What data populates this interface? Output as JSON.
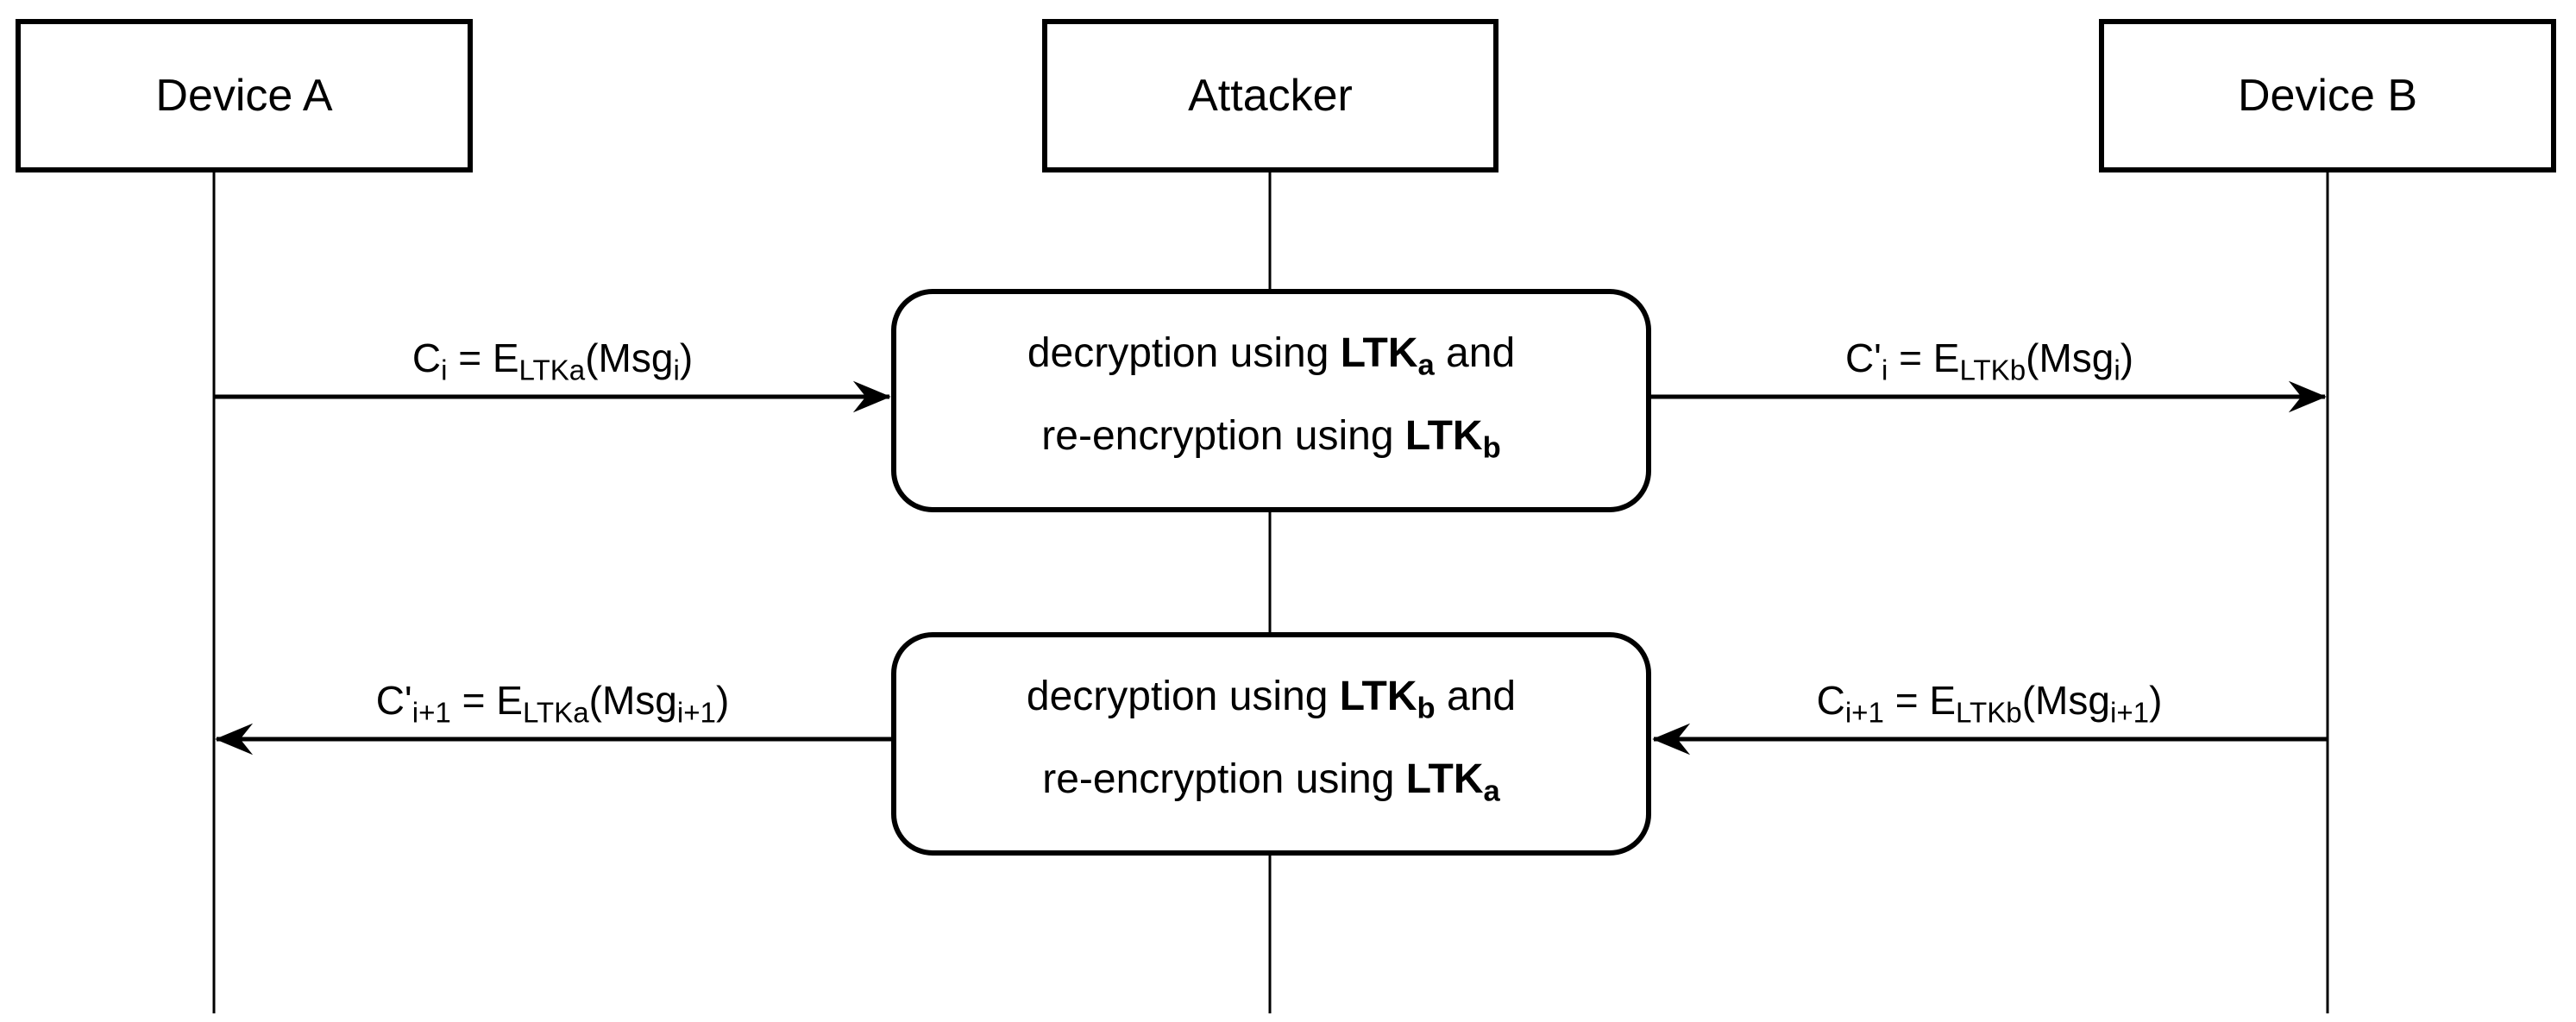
{
  "actors": [
    {
      "id": "device-a",
      "label": "Device A"
    },
    {
      "id": "attacker",
      "label": "Attacker"
    },
    {
      "id": "device-b",
      "label": "Device B"
    }
  ],
  "messages": [
    {
      "from": "Device A",
      "to": "Attacker",
      "direction": "right",
      "formula": [
        {
          "text": "C"
        },
        {
          "text": "i",
          "sub": true
        },
        {
          "text": " = E"
        },
        {
          "text": "LTKa",
          "sub": true
        },
        {
          "text": "(Msg"
        },
        {
          "text": "i",
          "sub": true
        },
        {
          "text": ")"
        }
      ]
    },
    {
      "from": "Attacker",
      "to": "Device B",
      "direction": "right",
      "formula": [
        {
          "text": "C'"
        },
        {
          "text": "i",
          "sub": true
        },
        {
          "text": " = E"
        },
        {
          "text": "LTKb",
          "sub": true
        },
        {
          "text": "(Msg"
        },
        {
          "text": "i",
          "sub": true
        },
        {
          "text": ")"
        }
      ]
    },
    {
      "from": "Attacker",
      "to": "Device A",
      "direction": "left",
      "formula": [
        {
          "text": "C'"
        },
        {
          "text": "i+1",
          "sub": true
        },
        {
          "text": " = E"
        },
        {
          "text": "LTKa",
          "sub": true
        },
        {
          "text": "(Msg"
        },
        {
          "text": "i+1",
          "sub": true
        },
        {
          "text": ")"
        }
      ]
    },
    {
      "from": "Device B",
      "to": "Attacker",
      "direction": "left",
      "formula": [
        {
          "text": "C"
        },
        {
          "text": "i+1",
          "sub": true
        },
        {
          "text": " = E"
        },
        {
          "text": "LTKb",
          "sub": true
        },
        {
          "text": "(Msg"
        },
        {
          "text": "i+1",
          "sub": true
        },
        {
          "text": ")"
        }
      ]
    }
  ],
  "process_boxes": [
    {
      "lines": [
        [
          {
            "text": "decryption using "
          },
          {
            "text": "LTK",
            "bold": true
          },
          {
            "text": "a",
            "bold": true,
            "sub": true
          },
          {
            "text": " and"
          }
        ],
        [
          {
            "text": "re-encryption using "
          },
          {
            "text": "LTK",
            "bold": true
          },
          {
            "text": "b",
            "bold": true,
            "sub": true
          }
        ]
      ]
    },
    {
      "lines": [
        [
          {
            "text": "decryption using "
          },
          {
            "text": "LTK",
            "bold": true
          },
          {
            "text": "b",
            "bold": true,
            "sub": true
          },
          {
            "text": " and"
          }
        ],
        [
          {
            "text": "re-encryption using "
          },
          {
            "text": "LTK",
            "bold": true
          },
          {
            "text": "a",
            "bold": true,
            "sub": true
          }
        ]
      ]
    }
  ],
  "colors": {
    "stroke": "#000000",
    "background": "#ffffff"
  }
}
